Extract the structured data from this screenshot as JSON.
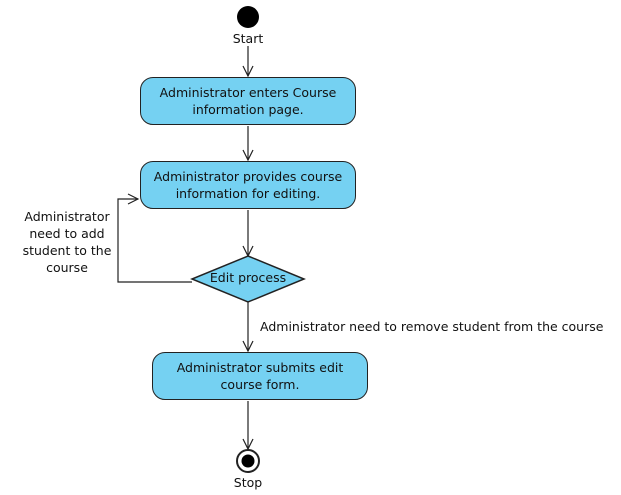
{
  "diagram": {
    "start_label": "Start",
    "stop_label": "Stop",
    "activities": [
      {
        "text": "Administrator enters Course information page."
      },
      {
        "text": "Administrator provides course information for editing."
      },
      {
        "text": "Administrator submits edit course form."
      }
    ],
    "decision": {
      "text": "Edit process"
    },
    "loop_guard": "Administrator need to add student to the course",
    "exit_guard": "Administrator need to remove student from the course"
  },
  "colors": {
    "activity_fill": "#75d1f2",
    "stroke": "#222222",
    "node_fill": "#000000"
  }
}
